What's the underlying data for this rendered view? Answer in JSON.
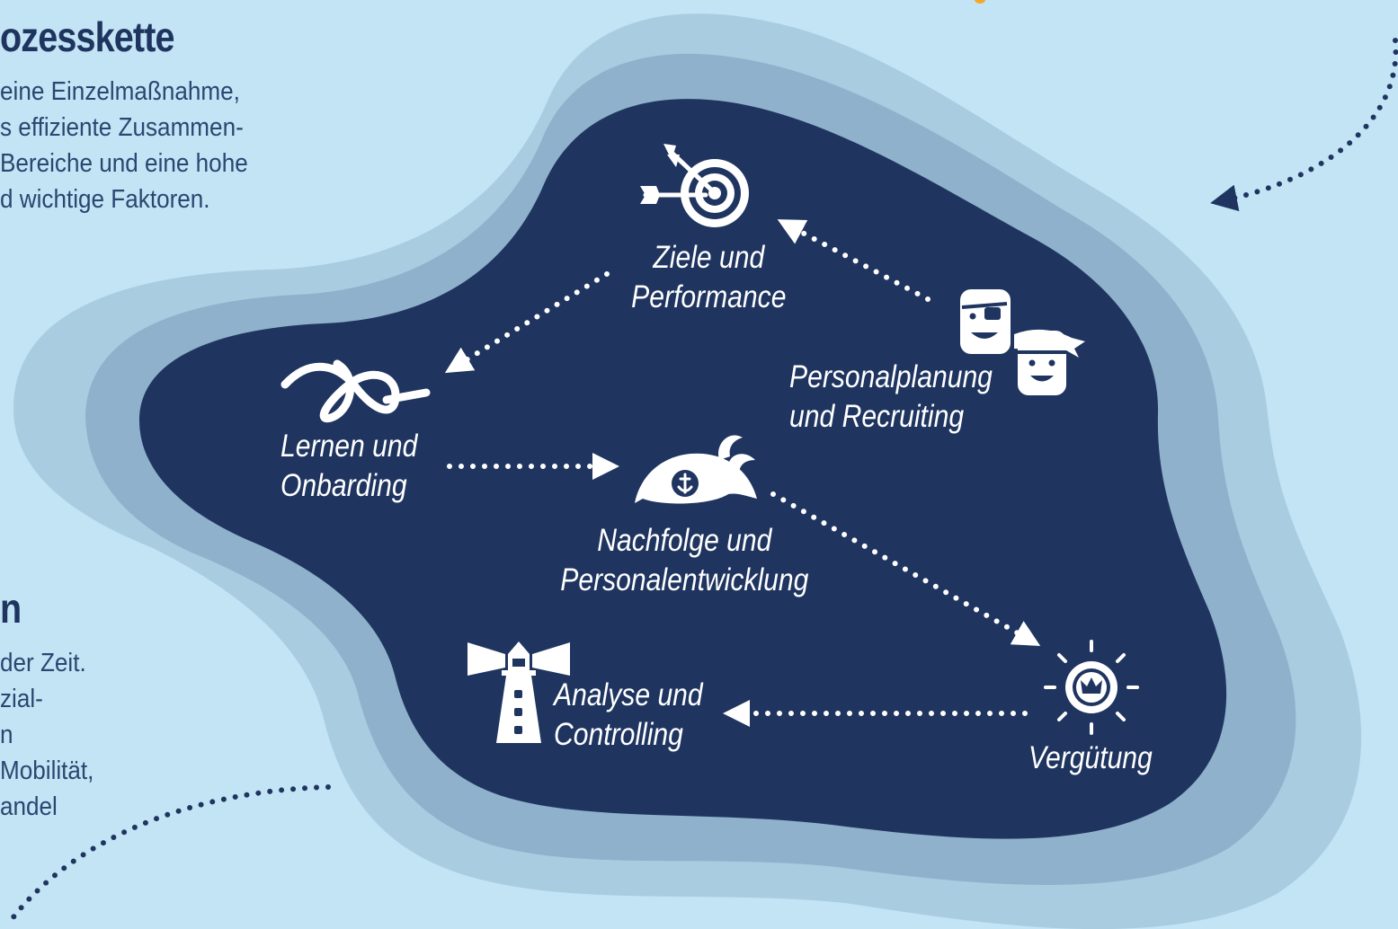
{
  "colors": {
    "background": "#c2e4f5",
    "island_outer": "#a9cce1",
    "island_middle": "#8fb1cb",
    "island_inner": "#1f3560",
    "heading": "#1f3560",
    "body_text": "#2b4670",
    "accent": "#f4a825",
    "label": "#ffffff"
  },
  "left_column": {
    "section1": {
      "heading": "ozesskette",
      "lines": [
        "eine Einzelmaßnahme,",
        "s effiziente Zusammen-",
        "Bereiche und eine hohe",
        "d wichtige Faktoren."
      ]
    },
    "section2": {
      "heading": "n",
      "lines": [
        "der Zeit.",
        "zial-",
        "n",
        "Mobilität,",
        "andel"
      ]
    }
  },
  "diagram": {
    "nodes": [
      {
        "id": "ziele",
        "icon": "target-icon",
        "lines": [
          "Ziele und",
          "Performance"
        ]
      },
      {
        "id": "personal",
        "icon": "pirates-icon",
        "lines": [
          "Personalplanung",
          "und Recruiting"
        ]
      },
      {
        "id": "lernen",
        "icon": "knot-icon",
        "lines": [
          "Lernen und",
          "Onbarding"
        ]
      },
      {
        "id": "nachfolge",
        "icon": "pirate-hat-icon",
        "lines": [
          "Nachfolge und",
          "Personalentwicklung"
        ]
      },
      {
        "id": "analyse",
        "icon": "lighthouse-icon",
        "lines": [
          "Analyse und",
          "Controlling"
        ]
      },
      {
        "id": "verguetung",
        "icon": "coin-icon",
        "lines": [
          "Vergütung"
        ]
      }
    ],
    "flow": [
      [
        "personal",
        "ziele"
      ],
      [
        "ziele",
        "lernen"
      ],
      [
        "lernen",
        "nachfolge"
      ],
      [
        "nachfolge",
        "verguetung"
      ],
      [
        "verguetung",
        "analyse"
      ]
    ]
  }
}
